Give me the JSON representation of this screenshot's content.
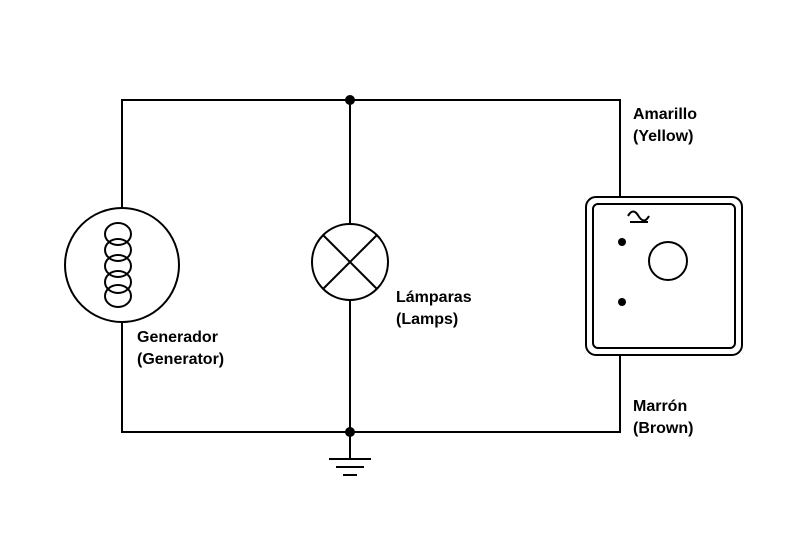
{
  "diagram": {
    "type": "electrical-wiring-diagram",
    "components": [
      {
        "id": "generator",
        "symbol": "coil-in-circle-icon"
      },
      {
        "id": "lamps",
        "symbol": "crossed-circle-lamp-icon"
      },
      {
        "id": "regulator",
        "symbol": "double-border-box-with-ac-symbol-terminals-and-circle"
      },
      {
        "id": "ground",
        "symbol": "earth-ground-icon"
      }
    ],
    "labels": {
      "generator": {
        "line1": "Generador",
        "line2": "(Generator)"
      },
      "lamps": {
        "line1": "Lámparas",
        "line2": "(Lamps)"
      },
      "top_wire": {
        "line1": "Amarillo",
        "line2": "(Yellow)"
      },
      "bottom_wire": {
        "line1": "Marrón",
        "line2": "(Brown)"
      }
    },
    "colors": {
      "line": "#000000",
      "background": "#ffffff",
      "text": "#000000"
    }
  }
}
